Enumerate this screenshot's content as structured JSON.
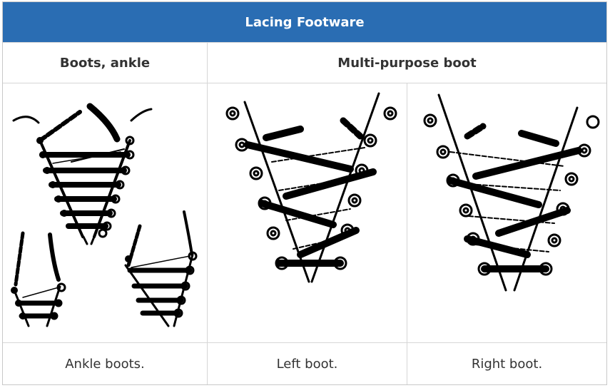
{
  "table": {
    "title": "Lacing Footware",
    "headers": [
      "Boots, ankle",
      "Multi-purpose boot"
    ],
    "captions": [
      "Ankle boots.",
      "Left boot.",
      "Right boot."
    ]
  },
  "illustrations": [
    {
      "name": "ankle-boots-lacing-illustration",
      "subject": "Ankle boots."
    },
    {
      "name": "left-boot-lacing-illustration",
      "subject": "Left boot."
    },
    {
      "name": "right-boot-lacing-illustration",
      "subject": "Right boot."
    }
  ],
  "colors": {
    "title_bar": "#2a6db3",
    "title_text": "#ffffff",
    "border": "#d6d6d6",
    "text": "#333333"
  }
}
